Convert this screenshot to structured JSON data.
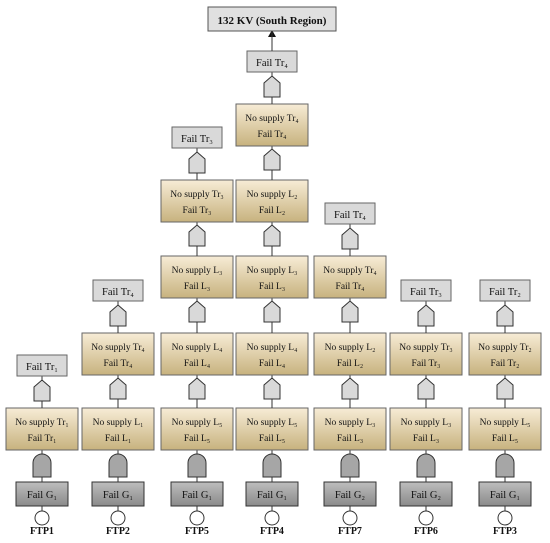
{
  "top_event": "132 KV (South Region)",
  "columns": [
    {
      "ftp": "FTP1",
      "gate_type": "AND",
      "basic_event": "Fail G₁",
      "stack": [
        {
          "line1": "No supply Tr₁",
          "line2": "Fail Tr₁"
        }
      ],
      "top_event": "Fail Tr₁"
    },
    {
      "ftp": "FTP2",
      "gate_type": "AND",
      "basic_event": "Fail G₁",
      "stack": [
        {
          "line1": "No supply L₁",
          "line2": "Fail L₁"
        },
        {
          "line1": "No supply Tr₄",
          "line2": "Fail Tr₄"
        }
      ],
      "top_event": "Fail Tr₄"
    },
    {
      "ftp": "FTP5",
      "gate_type": "AND",
      "basic_event": "Fail G₁",
      "stack": [
        {
          "line1": "No supply L₅",
          "line2": "Fail L₅"
        },
        {
          "line1": "No supply L₄",
          "line2": "Fail L₄"
        },
        {
          "line1": "No supply L₃",
          "line2": "Fail L₃"
        },
        {
          "line1": "No supply Tr₃",
          "line2": "Fail Tr₃"
        }
      ],
      "top_event": "Fail Tr₃"
    },
    {
      "ftp": "FTP4",
      "gate_type": "AND",
      "basic_event": "Fail G₁",
      "stack": [
        {
          "line1": "No supply L₅",
          "line2": "Fail L₅"
        },
        {
          "line1": "No supply L₄",
          "line2": "Fail L₄"
        },
        {
          "line1": "No supply L₃",
          "line2": "Fail L₃"
        },
        {
          "line1": "No supply L₂",
          "line2": "Fail L₂"
        },
        {
          "line1": "No supply Tr₄",
          "line2": "Fail Tr₄"
        }
      ],
      "top_event": "Fail Tr₄"
    },
    {
      "ftp": "FTP7",
      "gate_type": "AND",
      "basic_event": "Fail G₂",
      "stack": [
        {
          "line1": "No supply L₃",
          "line2": "Fail L₃"
        },
        {
          "line1": "No supply L₂",
          "line2": "Fail L₂"
        },
        {
          "line1": "No supply Tr₄",
          "line2": "Fail Tr₄"
        }
      ],
      "top_event": "Fail Tr₄"
    },
    {
      "ftp": "FTP6",
      "gate_type": "AND",
      "basic_event": "Fail G₂",
      "stack": [
        {
          "line1": "No supply L₃",
          "line2": "Fail L₃"
        },
        {
          "line1": "No supply Tr₃",
          "line2": "Fail Tr₃"
        }
      ],
      "top_event": "Fail Tr₃"
    },
    {
      "ftp": "FTP3",
      "gate_type": "AND",
      "basic_event": "Fail G₁",
      "stack": [
        {
          "line1": "No supply L₅",
          "line2": "Fail L₅"
        },
        {
          "line1": "No supply Tr₂",
          "line2": "Fail Tr₂"
        }
      ],
      "top_event": "Fail Tr₂"
    }
  ],
  "colors": {
    "event_gradient_top": "#f7ecd6",
    "event_gradient_bottom": "#c7b27e",
    "gray_box": "#d9d9d9",
    "gate_dark": "#a6a6a6",
    "gate_light": "#d9d9d9",
    "basic_box": "#a6a6a6",
    "stroke": "#333333"
  }
}
